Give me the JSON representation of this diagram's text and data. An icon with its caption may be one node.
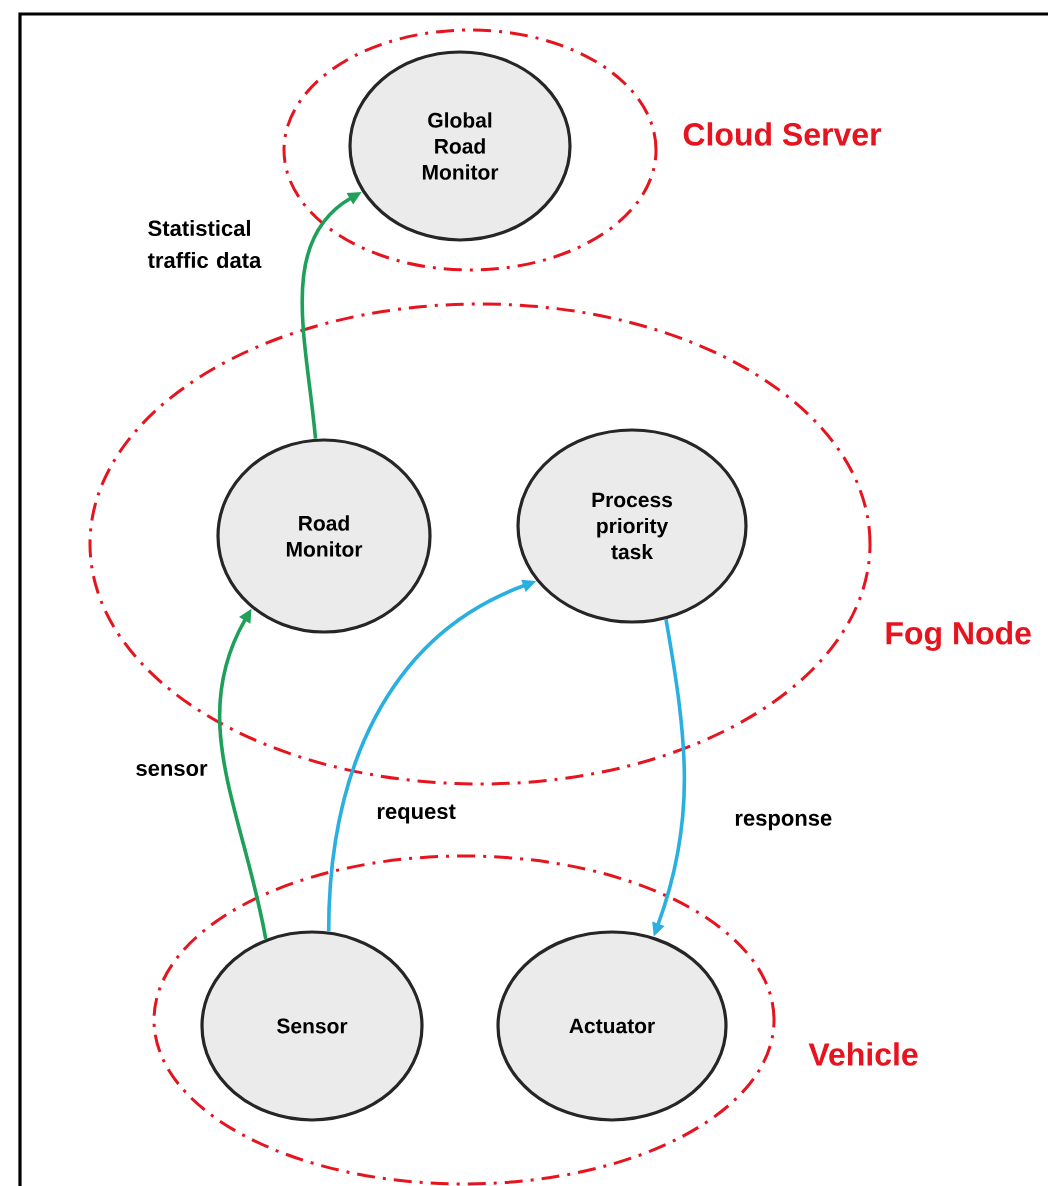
{
  "diagram": {
    "nodes": [
      {
        "text": [
          "Cloud Server"
        ]
      },
      {
        "text": [
          "Global Road Monitor"
        ],
        "in": 0
      },
      {
        "text": [
          "Fog Node"
        ]
      },
      {
        "text": [
          "Road Monitor"
        ],
        "in": 2
      },
      {
        "text": [
          "Process priority task"
        ],
        "in": 2
      },
      {
        "text": [
          "Vehicle"
        ]
      },
      {
        "text": [
          "Sensor"
        ],
        "in": 5
      },
      {
        "text": [
          "Actuator"
        ],
        "in": 5
      }
    ],
    "edges": [
      {
        "from": 3,
        "to": 1,
        "arrow": "to",
        "label": "Statistical traffic data",
        "color": "#1fa05a"
      },
      {
        "from": 6,
        "to": 3,
        "arrow": "to",
        "label": "sensor",
        "color": "#1fa05a"
      },
      {
        "from": 6,
        "to": 4,
        "arrow": "to",
        "label": "request",
        "color": "#29b0e0"
      },
      {
        "from": 4,
        "to": 7,
        "arrow": "to",
        "label": "response",
        "color": "#29b0e0"
      }
    ]
  }
}
